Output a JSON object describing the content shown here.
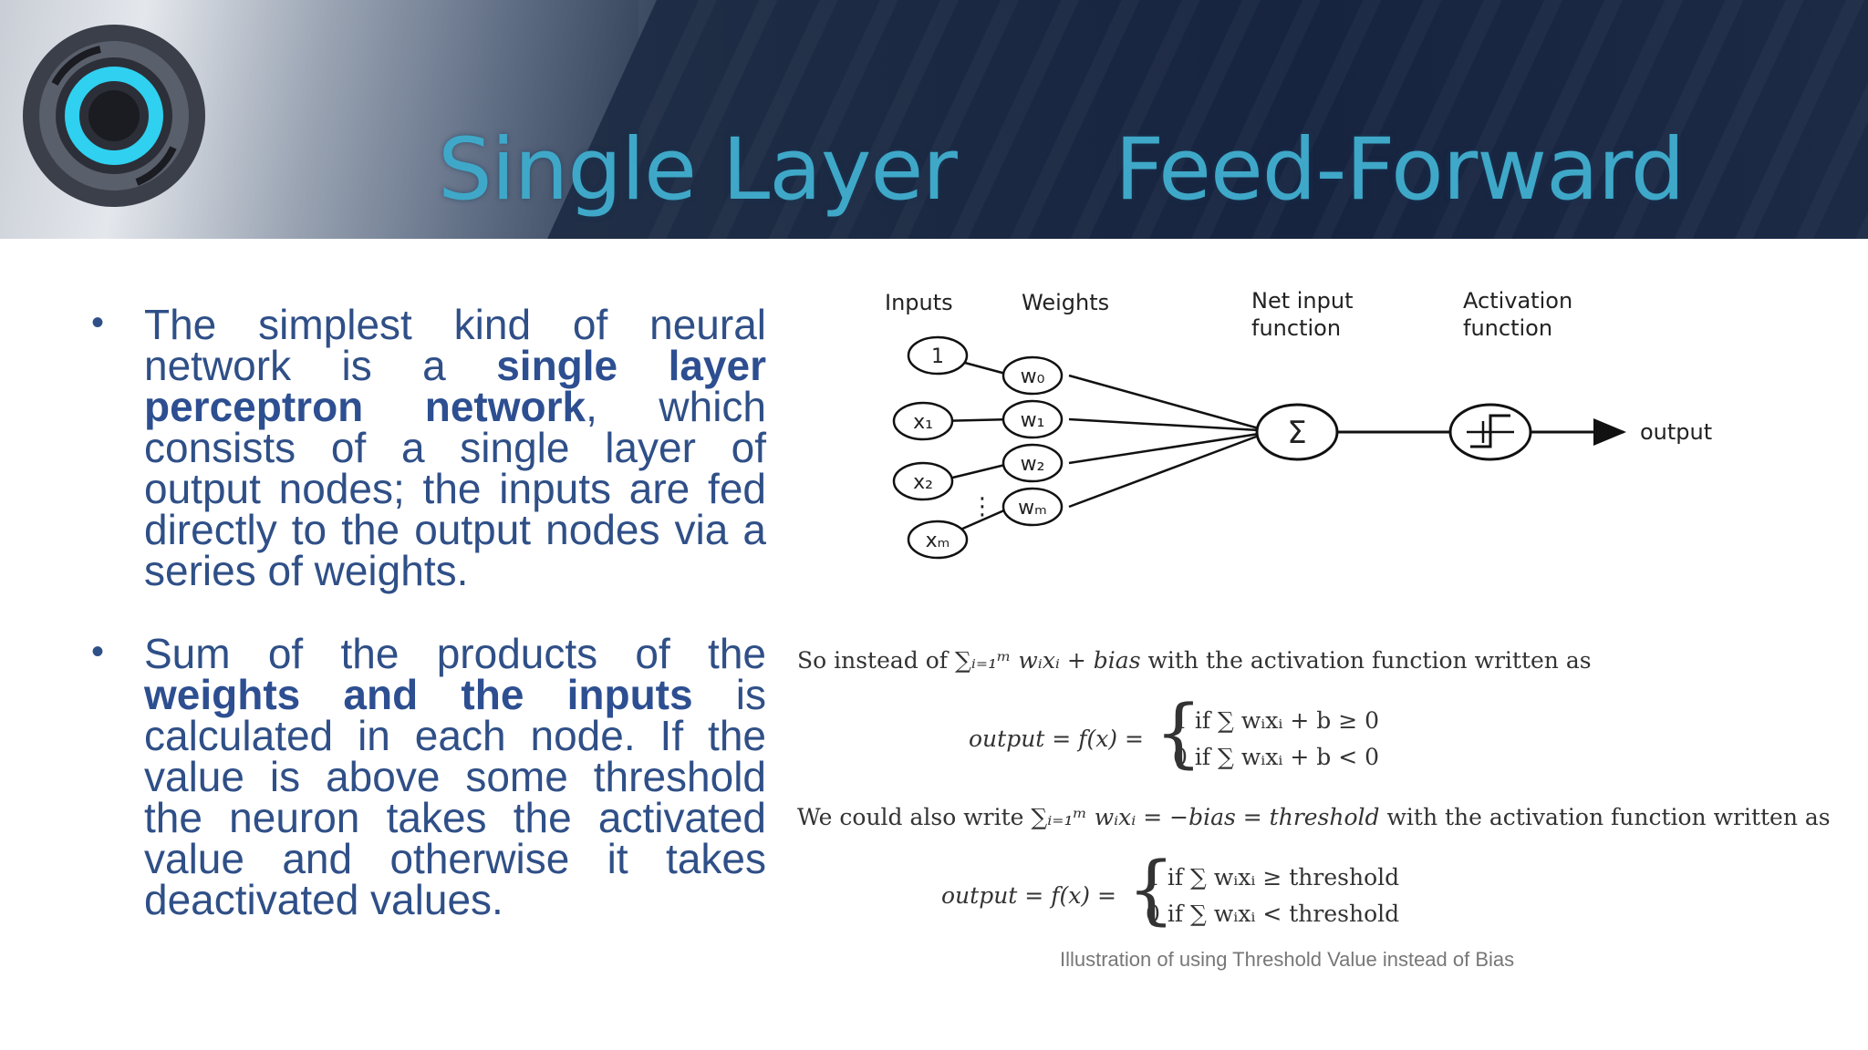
{
  "header": {
    "title": "Single Layer      Feed-Forward"
  },
  "bullets": [
    {
      "parts": [
        {
          "text": "The simplest kind of neural network is a ",
          "bold": false
        },
        {
          "text": "single layer perceptron network",
          "bold": true
        },
        {
          "text": ", which consists of a single layer of output nodes; the inputs are fed directly to the output nodes via a series of weights.",
          "bold": false
        }
      ]
    },
    {
      "parts": [
        {
          "text": "Sum of the products of the ",
          "bold": false
        },
        {
          "text": "weights and the inputs",
          "bold": true
        },
        {
          "text": " is calculated in each node. If the value is above some threshold the neuron takes the activated value and otherwise it takes deactivated values.",
          "bold": false
        }
      ]
    }
  ],
  "diagram": {
    "headers": {
      "inputs": "Inputs",
      "weights": "Weights",
      "net_input_1": "Net input",
      "net_input_2": "function",
      "activation_1": "Activation",
      "activation_2": "function"
    },
    "input_nodes": [
      "1",
      "x₁",
      "x₂",
      "xₘ"
    ],
    "weight_nodes": [
      "w₀",
      "w₁",
      "w₂",
      "wₘ"
    ],
    "sum_symbol": "Σ",
    "output_label": "output"
  },
  "formulas": {
    "line1_prefix": "So instead of",
    "line1_sum": "∑ᵢ₌₁ᵐ wᵢxᵢ + bias",
    "line1_suffix": "with the activation function written as",
    "eq1_lhs": "output = f(x) =",
    "eq1_case1": "1   if ∑ wᵢxᵢ + b ≥ 0",
    "eq1_case2": "0   if ∑ wᵢxᵢ + b < 0",
    "line2_prefix": "We could also write",
    "line2_sum": "∑ᵢ₌₁ᵐ wᵢxᵢ = −bias = threshold",
    "line2_suffix": "with the activation function written as",
    "eq2_lhs": "output = f(x) =",
    "eq2_case1": "1   if ∑ wᵢxᵢ ≥ threshold",
    "eq2_case2": "0   if ∑ wᵢxᵢ < threshold",
    "caption": "Illustration of using Threshold Value instead of Bias"
  }
}
